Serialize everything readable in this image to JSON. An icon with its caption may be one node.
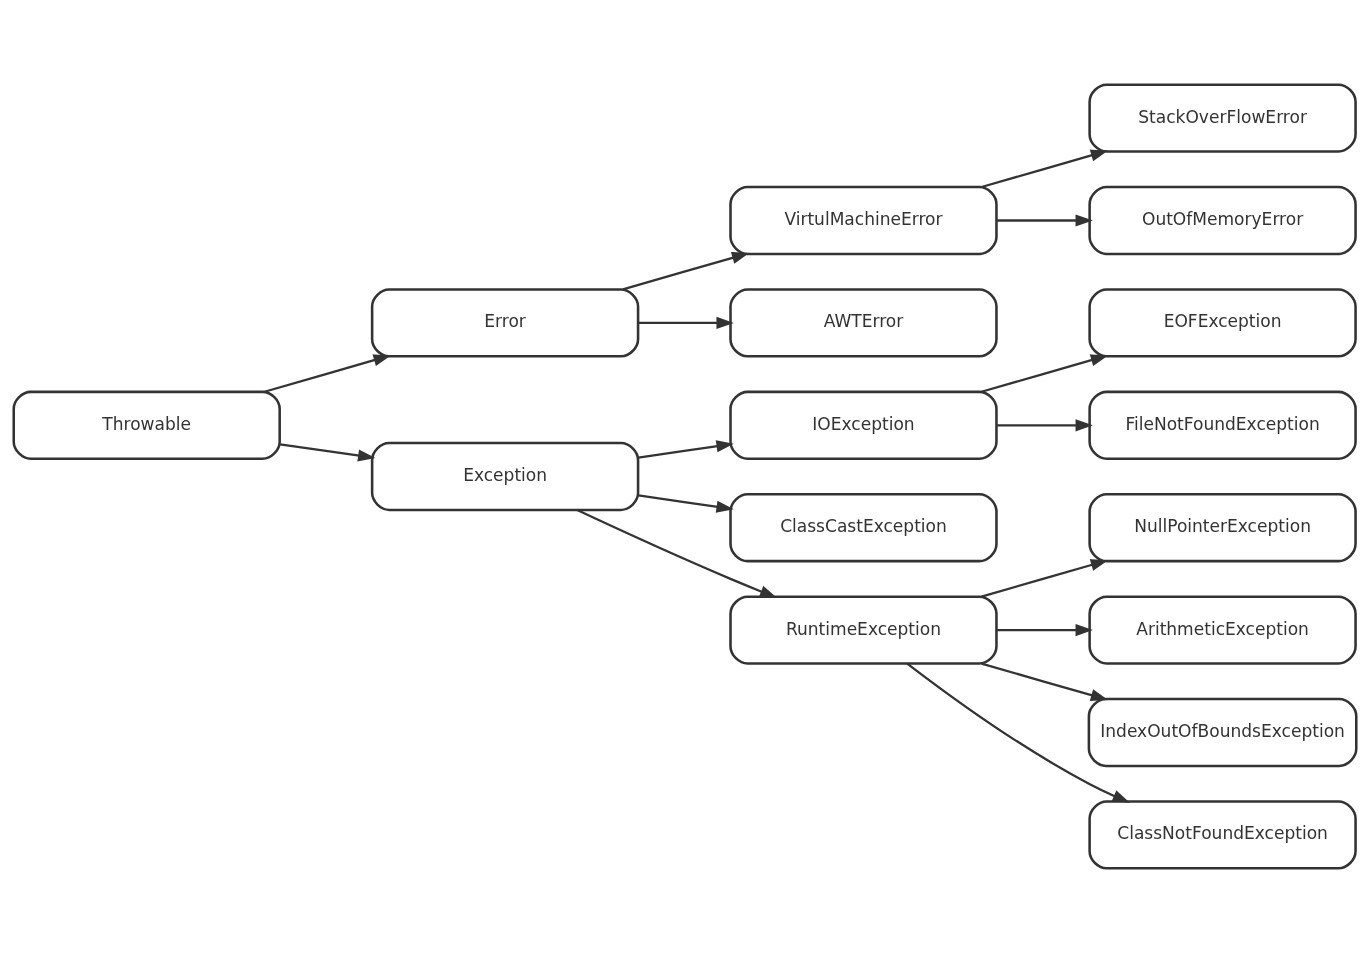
{
  "diagram": {
    "nodes": [
      {
        "text": [
          "Throwable"
        ]
      },
      {
        "text": [
          "Error"
        ]
      },
      {
        "text": [
          "Exception"
        ]
      },
      {
        "text": [
          "VirtulMachineError"
        ]
      },
      {
        "text": [
          "AWTError"
        ]
      },
      {
        "text": [
          "IOException"
        ]
      },
      {
        "text": [
          "ClassCastException"
        ]
      },
      {
        "text": [
          "RuntimeException"
        ]
      },
      {
        "text": [
          "StackOverFlowError"
        ]
      },
      {
        "text": [
          "OutOfMemoryError"
        ]
      },
      {
        "text": [
          "EOFException"
        ]
      },
      {
        "text": [
          "FileNotFoundException"
        ]
      },
      {
        "text": [
          "NullPointerException"
        ]
      },
      {
        "text": [
          "ArithmeticException"
        ]
      },
      {
        "text": [
          "IndexOutOfBoundsException"
        ]
      },
      {
        "text": [
          "ClassNotFoundException"
        ]
      }
    ],
    "edges": [
      {
        "from": 0,
        "to": 1,
        "arrow": "to"
      },
      {
        "from": 0,
        "to": 2,
        "arrow": "to"
      },
      {
        "from": 1,
        "to": 3,
        "arrow": "to"
      },
      {
        "from": 1,
        "to": 4,
        "arrow": "to"
      },
      {
        "from": 3,
        "to": 8,
        "arrow": "to"
      },
      {
        "from": 3,
        "to": 9,
        "arrow": "to"
      },
      {
        "from": 2,
        "to": 5,
        "arrow": "to"
      },
      {
        "from": 2,
        "to": 6,
        "arrow": "to"
      },
      {
        "from": 2,
        "to": 7,
        "arrow": "to"
      },
      {
        "from": 5,
        "to": 10,
        "arrow": "to"
      },
      {
        "from": 5,
        "to": 11,
        "arrow": "to"
      },
      {
        "from": 7,
        "to": 12,
        "arrow": "to"
      },
      {
        "from": 7,
        "to": 13,
        "arrow": "to"
      },
      {
        "from": 7,
        "to": 14,
        "arrow": "to"
      },
      {
        "from": 7,
        "to": 15,
        "arrow": "to"
      }
    ]
  }
}
